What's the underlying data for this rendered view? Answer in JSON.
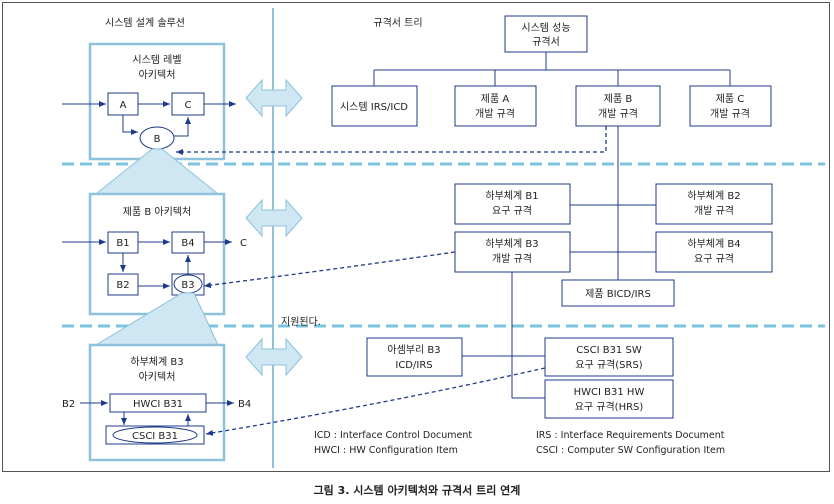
{
  "left": {
    "heading": "시스템 설계 솔루션",
    "system_arch": {
      "title_1": "시스템 레벨",
      "title_2": "아키텍처",
      "nodes": [
        "A",
        "C",
        "B"
      ]
    },
    "product_arch": {
      "title": "제품 B 아키텍처",
      "nodes": [
        "B1",
        "B4",
        "B2",
        "B3"
      ],
      "output": "C"
    },
    "subsystem_arch": {
      "title_1": "하부체계 B3",
      "title_2": "아키텍처",
      "hwci": "HWCI B31",
      "csci": "CSCI B31",
      "input": "B2",
      "output": "B4"
    }
  },
  "right": {
    "heading": "규격서 트리",
    "root": [
      "시스템 성능",
      "규격서"
    ],
    "level1": [
      [
        "시스템 IRS/ICD"
      ],
      [
        "제품 A",
        "개발 규격"
      ],
      [
        "제품 B",
        "개발 규격"
      ],
      [
        "제품 C",
        "개발 규격"
      ]
    ],
    "level2": {
      "b1": [
        "하부체계 B1",
        "요구 규격"
      ],
      "b2": [
        "하부체계 B2",
        "개발 규격"
      ],
      "b3": [
        "하부체계 B3",
        "개발 규격"
      ],
      "b4": [
        "하부체계 B4",
        "요구 규격"
      ],
      "bicd": [
        "제품 BICD/IRS"
      ]
    },
    "level3": {
      "assembly": [
        "아셈부리 B3",
        "ICD/IRS"
      ],
      "csci": [
        "CSCI B31 SW",
        "요구 규격(SRS)"
      ],
      "hwci": [
        "HWCI B31 HW",
        "요구 규격(HRS)"
      ]
    }
  },
  "center": {
    "supported_label": "지원된다."
  },
  "legend": [
    "ICD : Interface Control Document",
    "HWCI : HW Configuration Item",
    "IRS : Interface Requirements Document",
    "CSCI : Computer SW Configuration Item"
  ],
  "caption": "그림 3. 시스템 아키텍처와 규격서 트리 연계",
  "colors": {
    "line": "#1f3a8a",
    "box_border": "#8ec1dc",
    "fill_light": "#cfe6f3",
    "spine": "#8ec1dc",
    "dash_sep": "#7dc3e0"
  }
}
